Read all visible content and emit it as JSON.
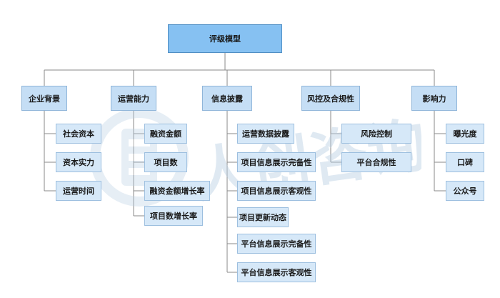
{
  "colors": {
    "root_fill": "#86c1f2",
    "category_fill": "#c5def5",
    "leaf_fill": "#d6e8f8",
    "connector": "#8a8a8a",
    "watermark": "#b9cfe3"
  },
  "diagram": {
    "root": {
      "label": "评级模型"
    },
    "categories": [
      {
        "label": "企业背景",
        "children": [
          "社会资本",
          "资本实力",
          "运营时间"
        ]
      },
      {
        "label": "运营能力",
        "children": [
          "融资金额",
          "项目数",
          "融资金额增长率",
          "项目数增长率"
        ]
      },
      {
        "label": "信息披露",
        "children": [
          "运营数据披露",
          "项目信息展示完备性",
          "项目信息展示客观性",
          "项目更新动态",
          "平台信息展示完备性",
          "平台信息展示客观性"
        ]
      },
      {
        "label": "风控及合规性",
        "children": [
          "风险控制",
          "平台合规性"
        ]
      },
      {
        "label": "影响力",
        "children": [
          "曝光度",
          "口碑",
          "公众号"
        ]
      }
    ]
  },
  "watermark": {
    "text": "人创咨询",
    "icon": "shield-logo-icon"
  }
}
